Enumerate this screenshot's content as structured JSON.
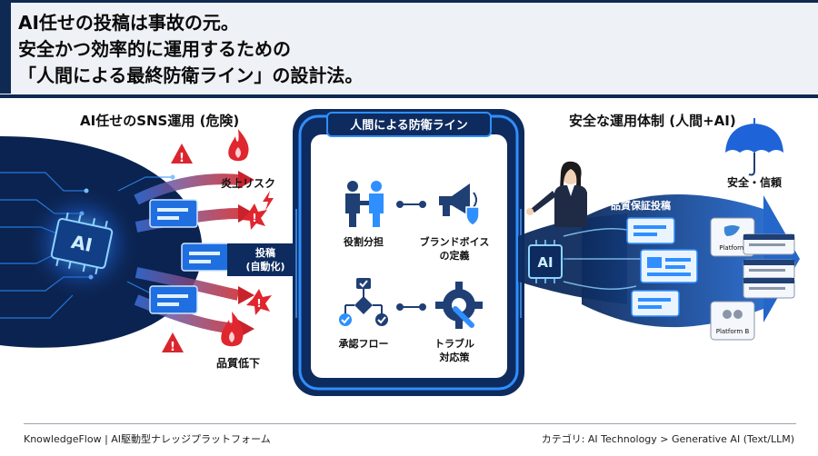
{
  "headline": {
    "line1": "AI任せの投稿は事故の元。",
    "line2": "安全かつ効率的に運用するための",
    "line3": "「人間による最終防衛ライン」の設計法。"
  },
  "left": {
    "title": "AI任せのSNS運用 (危険)",
    "chip_label": "AI",
    "risk_fire": "炎上リスク",
    "risk_quality": "品質低下",
    "post_auto_1": "投稿",
    "post_auto_2": "(自動化)"
  },
  "center": {
    "title": "人間による防衛ライン",
    "item_role": "役割分担",
    "item_brand_1": "ブランドボイス",
    "item_brand_2": "の定義",
    "item_approval": "承認フロー",
    "item_trouble_1": "トラブル",
    "item_trouble_2": "対応策"
  },
  "right": {
    "title": "安全な運用体制 (人間+AI)",
    "chip_label": "AI",
    "qa_label": "品質保証投稿",
    "safety_label": "安全・信頼",
    "platform_a": "Platform",
    "platform_b": "Platform B"
  },
  "footer": {
    "left": "KnowledgeFlow | AI駆動型ナレッジプラットフォーム",
    "right": "カテゴリ: AI Technology > Generative AI (Text/LLM)"
  },
  "colors": {
    "navy": "#0f2a52",
    "dark_blue": "#0d2b5e",
    "glow_blue": "#2f8fff",
    "danger_red": "#d9262e",
    "accent_light": "#4da3ff"
  }
}
